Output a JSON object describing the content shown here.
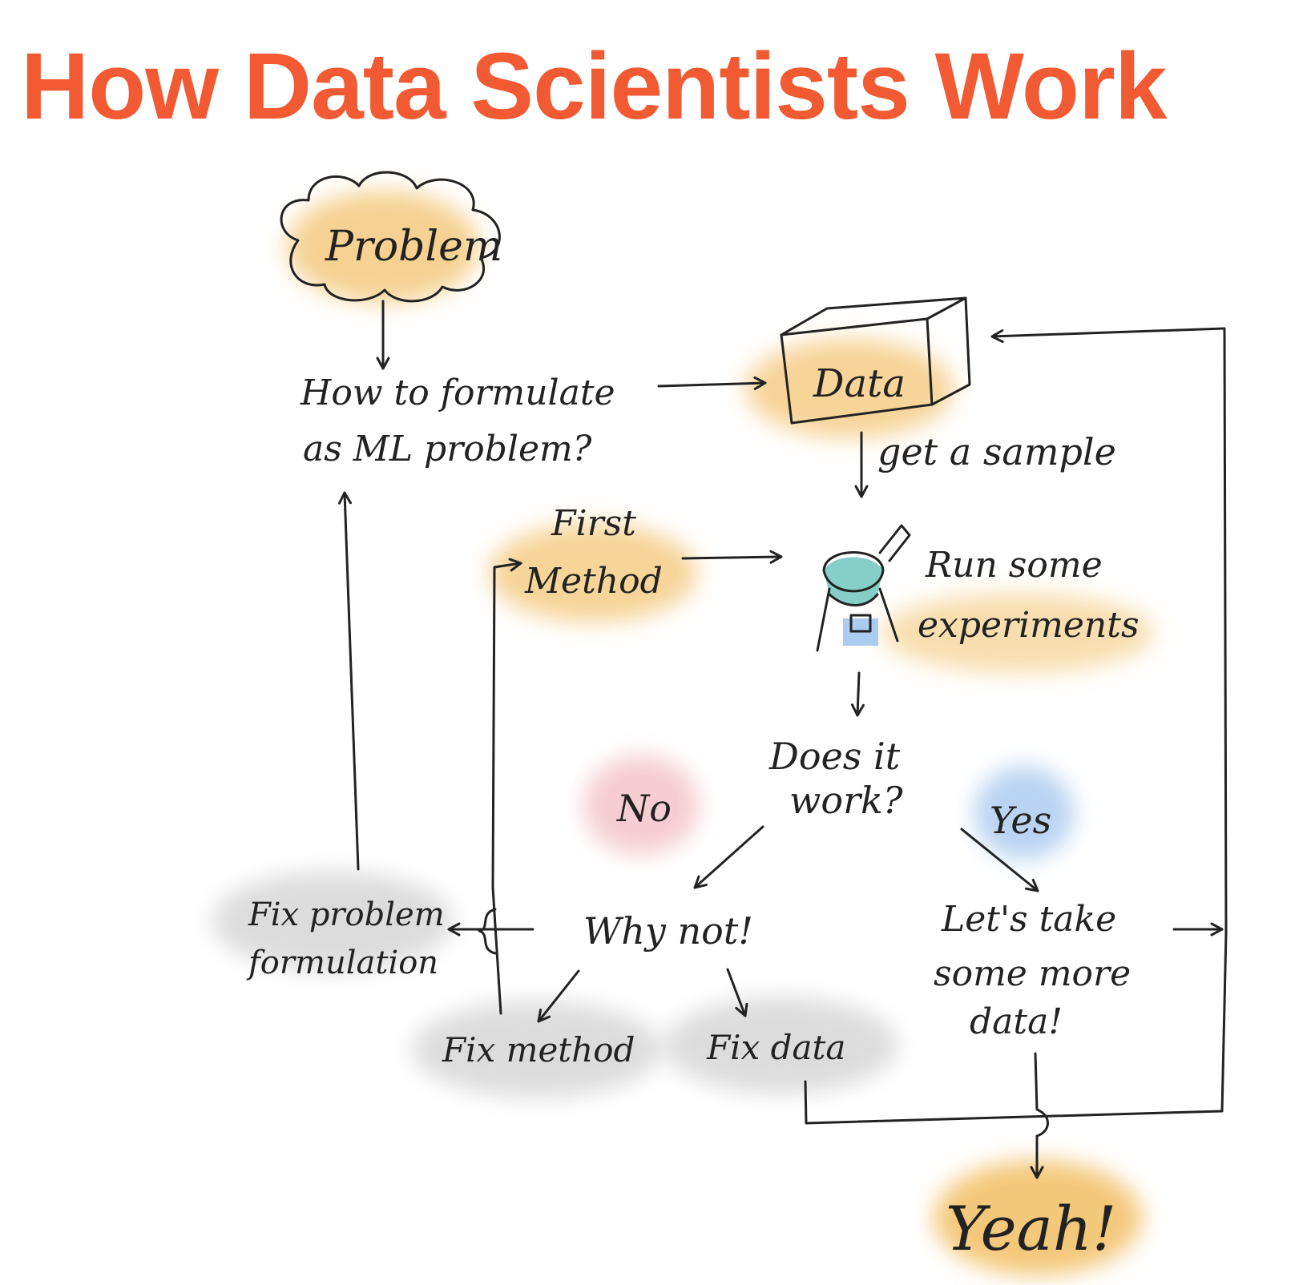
{
  "title": "How Data Scientists Work",
  "colors": {
    "title": "#f15a33",
    "orange_wash": "#f3c26c",
    "gray_wash": "#d6d6d6",
    "pink_wash": "#f2c0c7",
    "blue_wash": "#a7c8ee",
    "teal": "#79c9c2",
    "ink": "#222222"
  },
  "icons": [
    "cloud-icon",
    "box-icon",
    "cooking-pot-icon"
  ],
  "nodes": {
    "problem": "Problem",
    "formulate_line1": "How to formulate",
    "formulate_line2": "as ML problem?",
    "data": "Data",
    "get_sample": "get a sample",
    "first_line1": "First",
    "first_line2": "Method",
    "run_line1": "Run some",
    "run_line2": "experiments",
    "works_line1": "Does it",
    "works_line2": "work?",
    "no": "No",
    "yes": "Yes",
    "why_not": "Why not!",
    "fix_problem_line1": "Fix problem",
    "fix_problem_line2": "formulation",
    "fix_method": "Fix method",
    "fix_data": "Fix data",
    "more_line1": "Let's take",
    "more_line2": "some more",
    "more_line3": "data!",
    "yeah": "Yeah!"
  }
}
